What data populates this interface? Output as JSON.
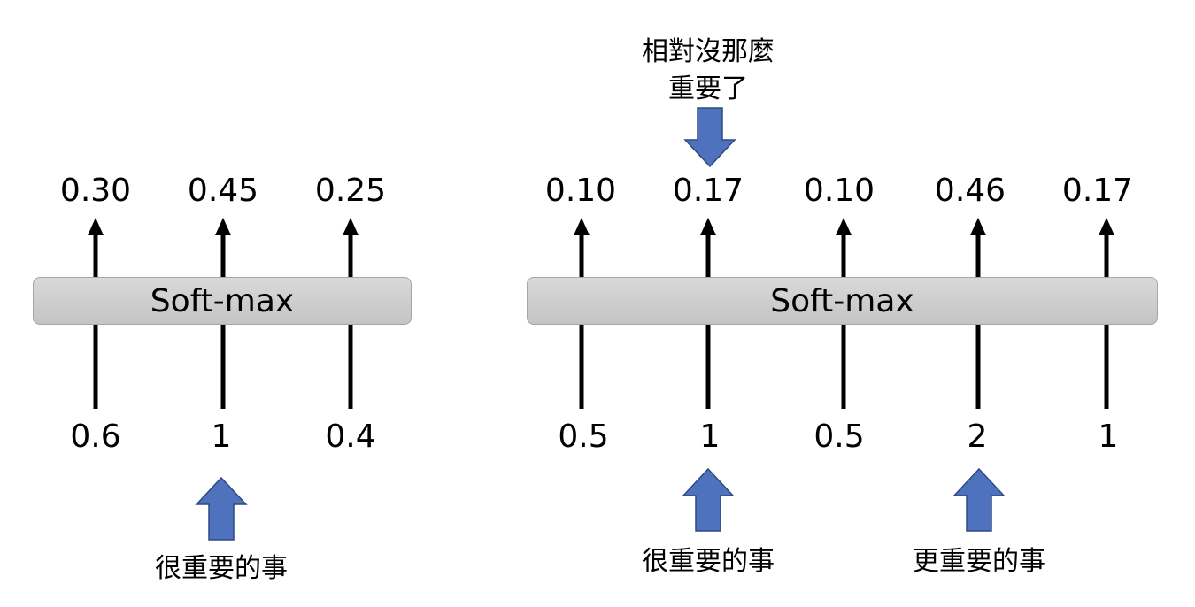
{
  "left": {
    "box_label": "Soft-max",
    "outputs": [
      "0.30",
      "0.45",
      "0.25"
    ],
    "inputs": [
      "0.6",
      "1",
      "0.4"
    ],
    "note": "很重要的事"
  },
  "right": {
    "box_label": "Soft-max",
    "outputs": [
      "0.10",
      "0.17",
      "0.10",
      "0.46",
      "0.17"
    ],
    "inputs": [
      "0.5",
      "1",
      "0.5",
      "2",
      "1"
    ],
    "note_1": "很重要的事",
    "note_2": "更重要的事",
    "top_note_line1": "相對沒那麼",
    "top_note_line2": "重要了"
  },
  "colors": {
    "arrow_fill": "#4f72be",
    "arrow_stroke": "#2f4a80",
    "box_fill": "#d0d0d0"
  }
}
